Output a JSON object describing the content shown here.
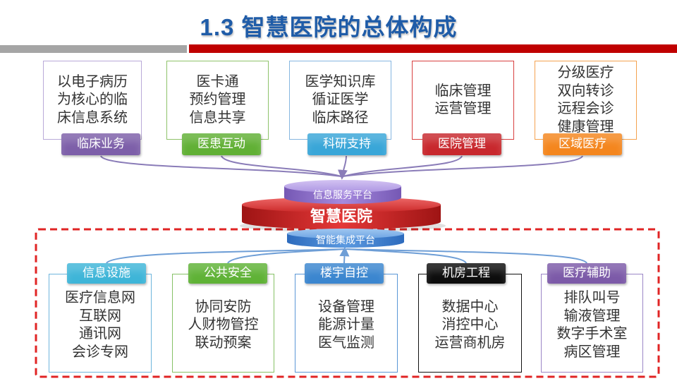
{
  "title": "1.3 智慧医院的总体构成",
  "top_modules": [
    {
      "badge": "临床业务",
      "lines": [
        "以电子病历",
        "为核心的临",
        "床信息系统"
      ],
      "badge_color": "#7d5fa9",
      "border_color": "#b9a9d8"
    },
    {
      "badge": "医患互动",
      "lines": [
        "医卡通",
        "预约管理",
        "信息共享"
      ],
      "badge_color": "#61b035",
      "border_color": "#8ec26a"
    },
    {
      "badge": "科研支持",
      "lines": [
        "医学知识库",
        "循证医学",
        "临床路径"
      ],
      "badge_color": "#39a6d8",
      "border_color": "#86b6e0"
    },
    {
      "badge": "医院管理",
      "lines": [
        "临床管理",
        "运营管理"
      ],
      "badge_color": "#c8282d",
      "border_color": "#d84040"
    },
    {
      "badge": "区域医疗",
      "lines": [
        "分级医疗",
        "双向转诊",
        "远程会诊",
        "健康管理"
      ],
      "badge_color": "#f4861e",
      "border_color": "#f4a24f"
    }
  ],
  "center": {
    "service_platform": "信息服务平台",
    "hospital": "智慧医院",
    "integration_platform": "智能集成平台"
  },
  "bottom_modules": [
    {
      "badge": "信息设施",
      "lines": [
        "医疗信息网",
        "互联网",
        "通讯网",
        "会诊专网"
      ],
      "badge_color": "#3eb5d8",
      "border_color": "#6eb5dc"
    },
    {
      "badge": "公共安全",
      "lines": [
        "协同安防",
        "人财物管控",
        "联动预案"
      ],
      "badge_color": "#5fb236",
      "border_color": "#86c166"
    },
    {
      "badge": "楼宇自控",
      "lines": [
        "设备管理",
        "能源计量",
        "医气监测"
      ],
      "badge_color": "#3b86cf",
      "border_color": "#5a97d6"
    },
    {
      "badge": "机房工程",
      "lines": [
        "数据中心",
        "消控中心",
        "运营商机房"
      ],
      "badge_color": "#0d0d0d",
      "border_color": "#111111"
    },
    {
      "badge": "医疗辅助",
      "lines": [
        "排队叫号",
        "输液管理",
        "数字手术室",
        "病区管理"
      ],
      "badge_color": "#7c5aa8",
      "border_color": "#9b86c6"
    }
  ]
}
